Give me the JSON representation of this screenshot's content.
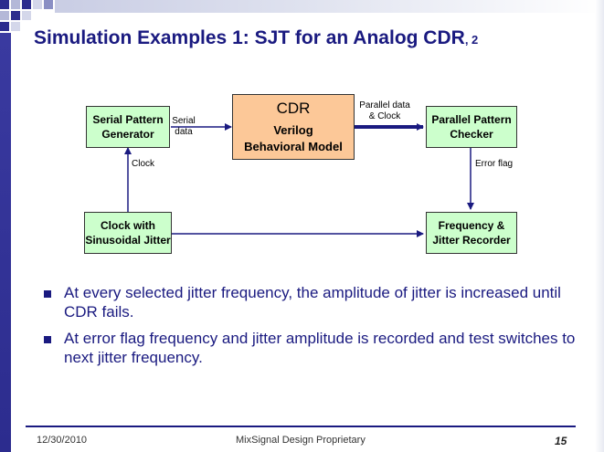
{
  "slide": {
    "title": "Simulation Examples 1: SJT for an Analog CDR",
    "title_suffix": ", 2"
  },
  "diagram": {
    "boxes": {
      "serial_pattern_generator": "Serial Pattern Generator",
      "cdr_title": "CDR",
      "cdr_sub1": "Verilog",
      "cdr_sub2": "Behavioral Model",
      "parallel_pattern_checker": "Parallel Pattern Checker",
      "clock_with_jitter": "Clock with Sinusoidal Jitter",
      "frequency_jitter_recorder": "Frequency & Jitter Recorder"
    },
    "labels": {
      "serial_data_1": "Serial",
      "serial_data_2": "data",
      "parallel_data_1": "Parallel data",
      "parallel_data_2": "& Clock",
      "clock": "Clock",
      "error_flag": "Error flag"
    }
  },
  "bullets": [
    "At every selected jitter frequency, the amplitude of jitter is increased until CDR fails.",
    "At error flag frequency and jitter amplitude is recorded and test switches to next jitter frequency."
  ],
  "footer": {
    "date": "12/30/2010",
    "center": "MixSignal Design  Proprietary",
    "page": "15"
  },
  "colors": {
    "accent": "#1a1a80",
    "box_green": "#ccffcc",
    "box_orange": "#fcc898"
  }
}
